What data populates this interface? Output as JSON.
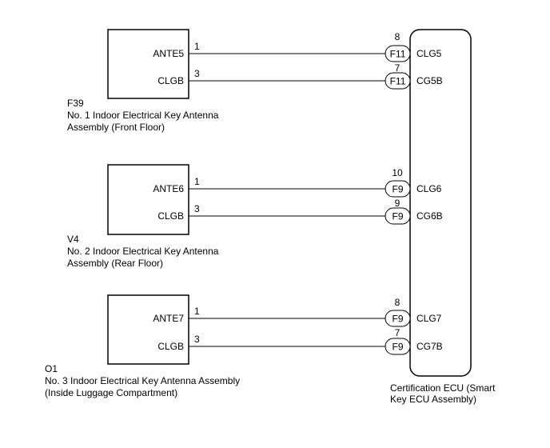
{
  "ecu": {
    "caption_line1": "Certification ECU (Smart",
    "caption_line2": "Key ECU Assembly)"
  },
  "antennas": [
    {
      "code": "F39",
      "name_line1": "No. 1 Indoor Electrical Key Antenna",
      "name_line2": "Assembly (Front Floor)",
      "wires": [
        {
          "term": "ANTE5",
          "pin": "1",
          "ecu_pin": "8",
          "connector": "F11",
          "ecu_term": "CLG5"
        },
        {
          "term": "CLGB",
          "pin": "3",
          "ecu_pin": "7",
          "connector": "F11",
          "ecu_term": "CG5B"
        }
      ]
    },
    {
      "code": "V4",
      "name_line1": "No. 2 Indoor Electrical Key Antenna",
      "name_line2": "Assembly (Rear Floor)",
      "wires": [
        {
          "term": "ANTE6",
          "pin": "1",
          "ecu_pin": "10",
          "connector": "F9",
          "ecu_term": "CLG6"
        },
        {
          "term": "CLGB",
          "pin": "3",
          "ecu_pin": "9",
          "connector": "F9",
          "ecu_term": "CG6B"
        }
      ]
    },
    {
      "code": "O1",
      "name_line1": "No. 3 Indoor Electrical Key Antenna Assembly",
      "name_line2": "(Inside Luggage Compartment)",
      "wires": [
        {
          "term": "ANTE7",
          "pin": "1",
          "ecu_pin": "8",
          "connector": "F9",
          "ecu_term": "CLG7"
        },
        {
          "term": "CLGB",
          "pin": "3",
          "ecu_pin": "7",
          "connector": "F9",
          "ecu_term": "CG7B"
        }
      ]
    }
  ]
}
